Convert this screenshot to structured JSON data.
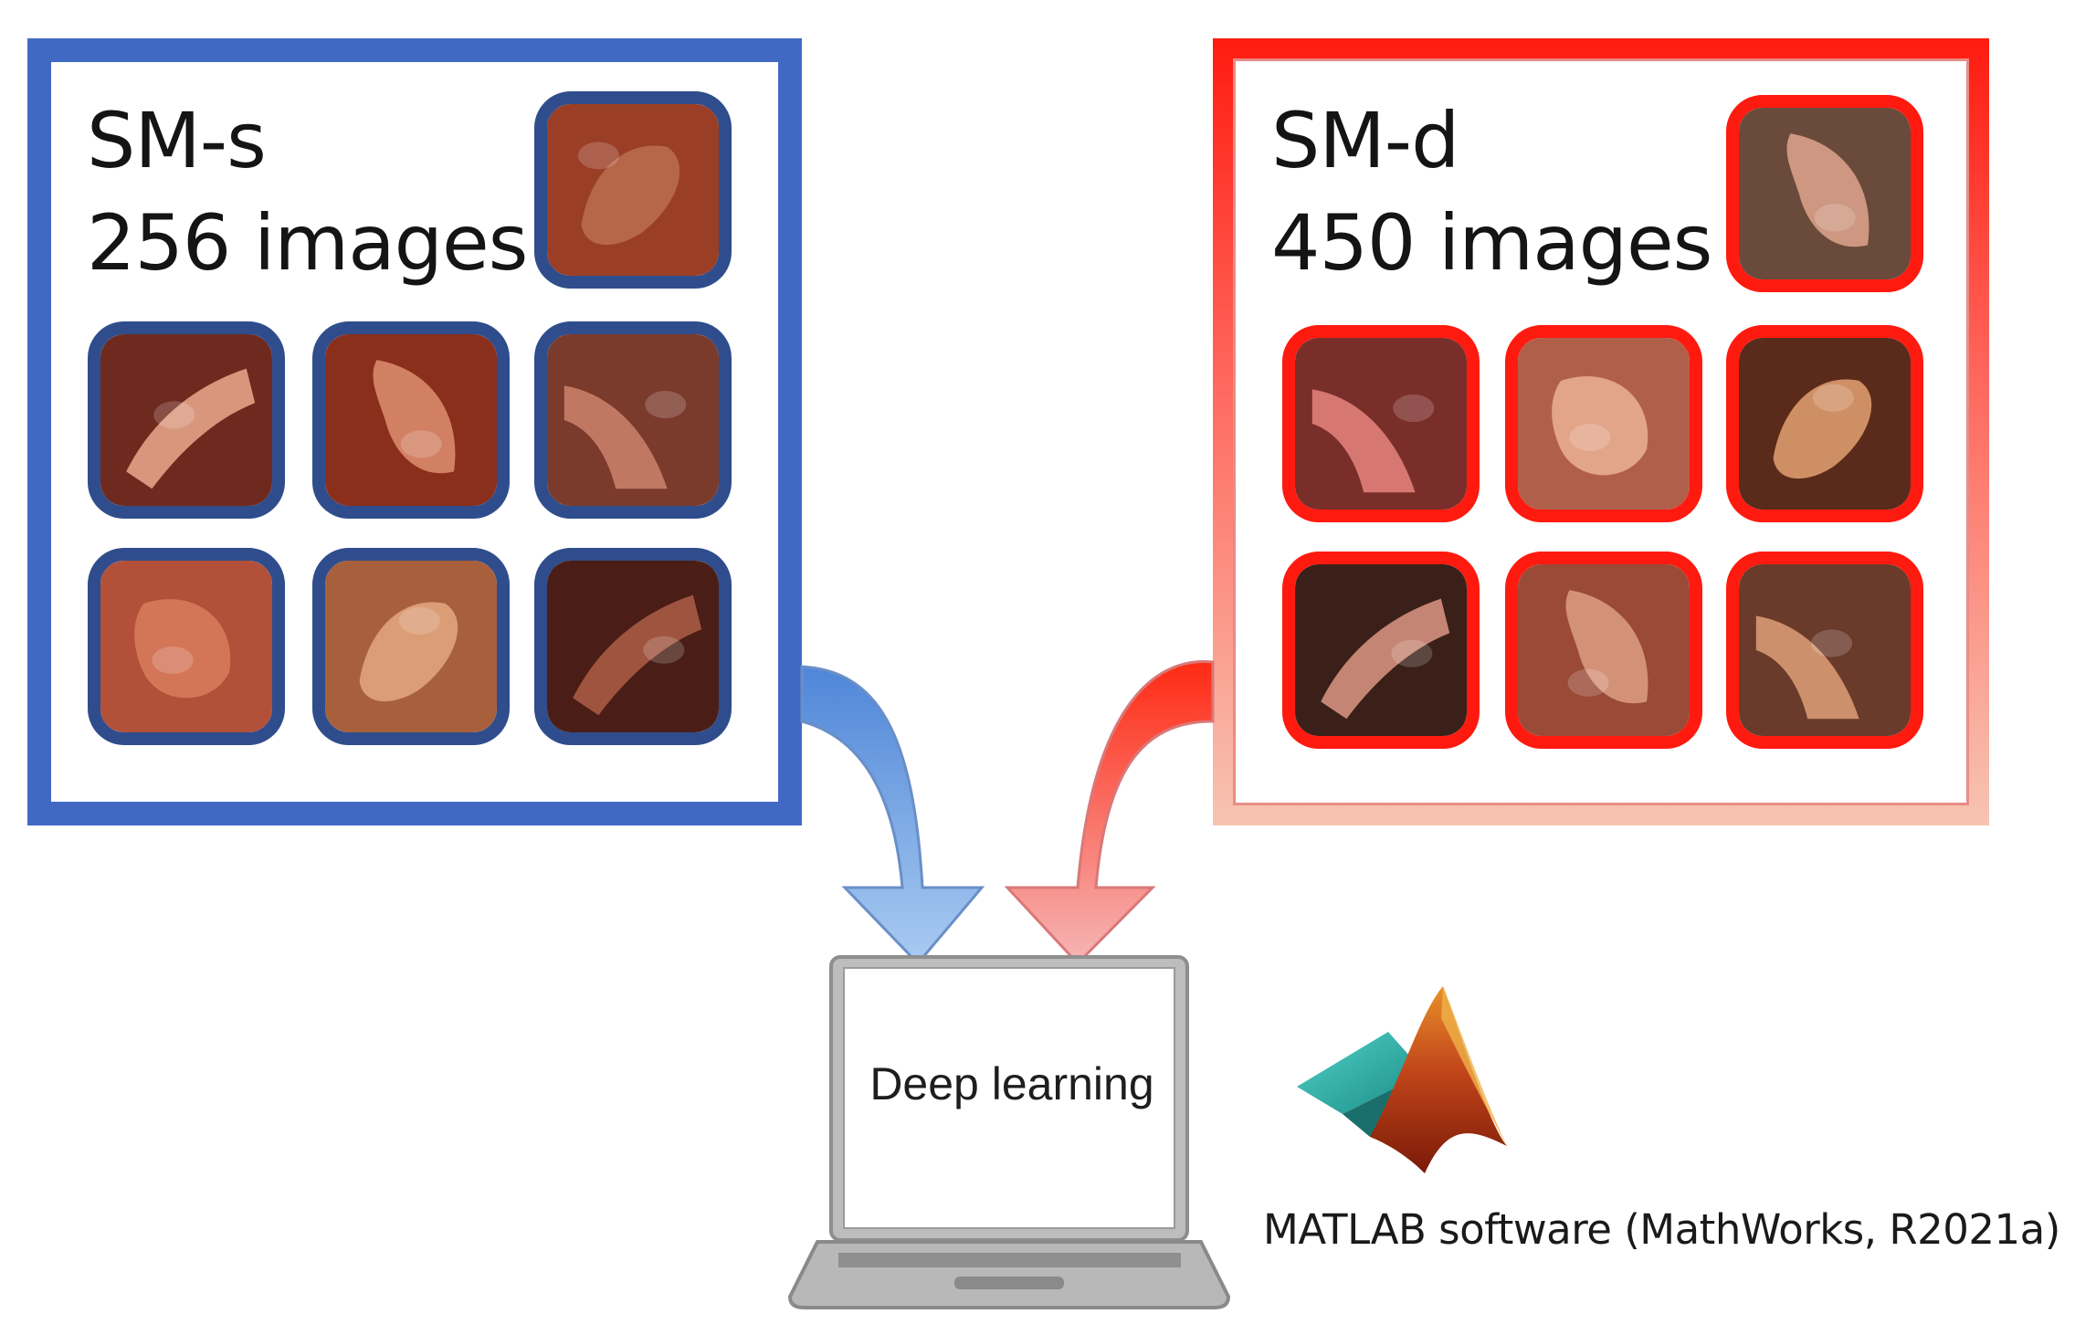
{
  "sm_s": {
    "title": "SM-s",
    "subtitle": "256 images",
    "color": "#4169c4",
    "frame_color": "#2f4d8c"
  },
  "sm_d": {
    "title": "SM-d",
    "subtitle": "450 images",
    "color": "#ff1b10",
    "frame_color": "#ff1a10"
  },
  "laptop": {
    "label": "Deep learning"
  },
  "software": {
    "caption": "MATLAB software (MathWorks, R2021a)",
    "logo": "matlab-logo-icon"
  },
  "thumbnails": {
    "sm_s": [
      {
        "base": "#9a3e26",
        "lesion": "#b96a4e"
      },
      {
        "base": "#6e2a1e",
        "lesion": "#e3a286"
      },
      {
        "base": "#8a2f1c",
        "lesion": "#d98a6c"
      },
      {
        "base": "#7a3a2c",
        "lesion": "#c98068"
      },
      {
        "base": "#b2503a",
        "lesion": "#d67a5c"
      },
      {
        "base": "#a8603c",
        "lesion": "#dfa47c"
      },
      {
        "base": "#4a1e16",
        "lesion": "#a85a44"
      }
    ],
    "sm_d": [
      {
        "base": "#6a4a3a",
        "lesion": "#d8a08a"
      },
      {
        "base": "#7a2e2a",
        "lesion": "#e0807a"
      },
      {
        "base": "#b0604a",
        "lesion": "#e8ad90"
      },
      {
        "base": "#5a2a1a",
        "lesion": "#dc9a6e"
      },
      {
        "base": "#3a2018",
        "lesion": "#d49080"
      },
      {
        "base": "#9a4a36",
        "lesion": "#d99a80"
      },
      {
        "base": "#6a3a2a",
        "lesion": "#d89a74"
      }
    ]
  }
}
